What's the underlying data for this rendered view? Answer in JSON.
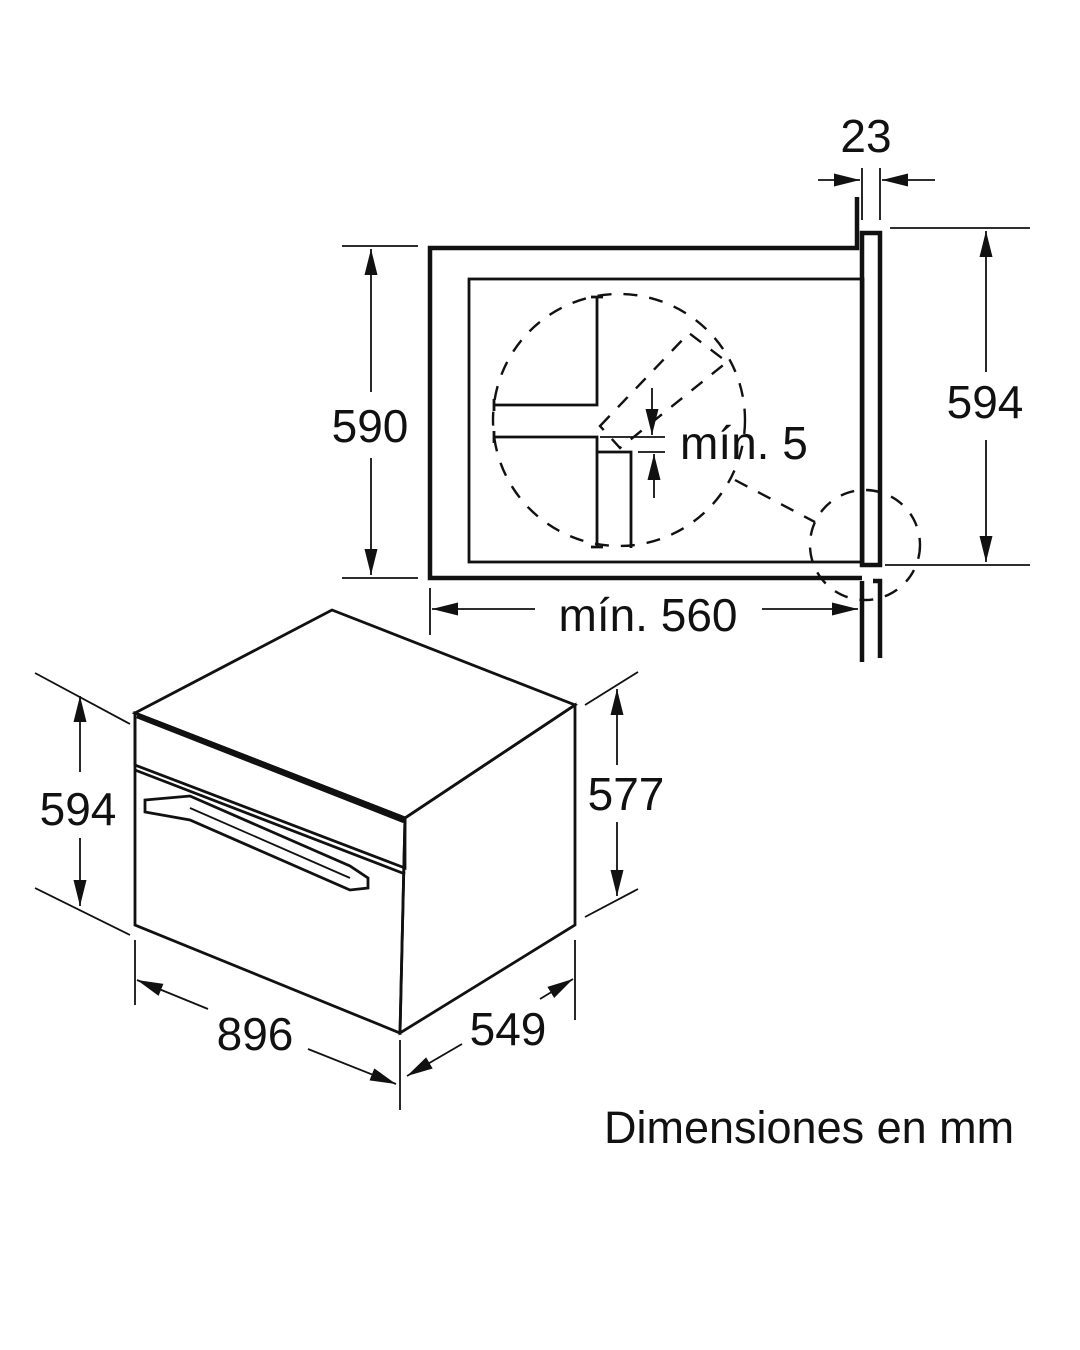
{
  "title": "Dimensiones en mm",
  "installation_view": {
    "panel_thickness": "23",
    "niche_height": "590",
    "front_height": "594",
    "min_depth": "mín. 560",
    "min_gap": "mín. 5"
  },
  "appliance_view": {
    "height": "594",
    "body_height": "577",
    "width": "896",
    "depth": "549"
  },
  "colors": {
    "line": "#111111",
    "background": "#ffffff"
  }
}
